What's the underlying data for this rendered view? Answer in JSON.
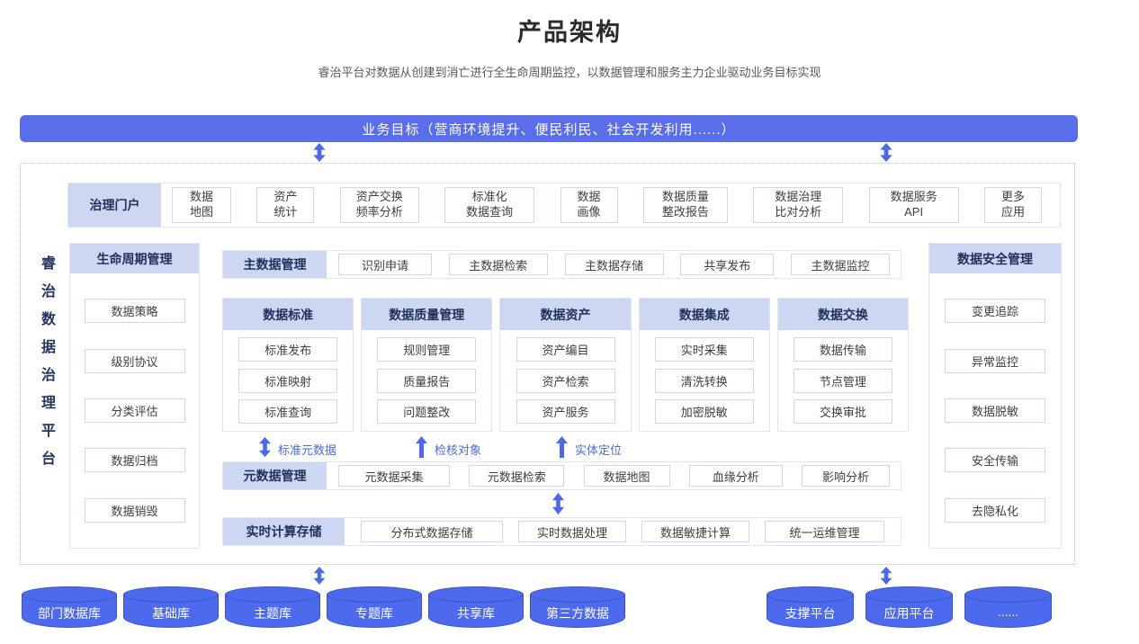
{
  "page": {
    "title": "产品架构",
    "subtitle": "睿治平台对数据从创建到消亡进行全生命周期监控，以数据管理和服务主力企业驱动业务目标实现"
  },
  "banner": {
    "label": "业务目标（营商环境提升、便民利民、社会开发利用......）"
  },
  "platform": {
    "label": "睿治数据治理平台"
  },
  "portal": {
    "header": "治理门户",
    "items": [
      "数据\n地图",
      "资产\n统计",
      "资产交换\n频率分析",
      "标准化\n数据查询",
      "数据\n画像",
      "数据质量\n整改报告",
      "数据治理\n比对分析",
      "数据服务\nAPI",
      "更多\n应用"
    ]
  },
  "lifecycle": {
    "header": "生命周期管理",
    "items": [
      "数据策略",
      "级别协议",
      "分类评估",
      "数据归档",
      "数据销毁"
    ]
  },
  "master_data": {
    "header": "主数据管理",
    "items": [
      "识别申请",
      "主数据检索",
      "主数据存储",
      "共享发布",
      "主数据监控"
    ]
  },
  "pillars": [
    {
      "header": "数据标准",
      "items": [
        "标准发布",
        "标准映射",
        "标准查询"
      ]
    },
    {
      "header": "数据质量管理",
      "items": [
        "规则管理",
        "质量报告",
        "问题整改"
      ]
    },
    {
      "header": "数据资产",
      "items": [
        "资产编目",
        "资产检索",
        "资产服务"
      ]
    },
    {
      "header": "数据集成",
      "items": [
        "实时采集",
        "清洗转换",
        "加密脱敏"
      ]
    },
    {
      "header": "数据交换",
      "items": [
        "数据传输",
        "节点管理",
        "交换审批"
      ]
    }
  ],
  "flows": [
    {
      "icon": "double-arrow",
      "label": "标准元数据"
    },
    {
      "icon": "up-arrow",
      "label": "检核对象"
    },
    {
      "icon": "up-arrow",
      "label": "实体定位"
    }
  ],
  "metadata": {
    "header": "元数据管理",
    "items": [
      "元数据采集",
      "元数据检索",
      "数据地图",
      "血缘分析",
      "影响分析"
    ]
  },
  "realtime": {
    "header": "实时计算存储",
    "items": [
      "分布式数据存储",
      "实时数据处理",
      "数据敏捷计算",
      "统一运维管理"
    ]
  },
  "security": {
    "header": "数据安全管理",
    "items": [
      "变更追踪",
      "异常监控",
      "数据脱敏",
      "安全传输",
      "去隐私化"
    ]
  },
  "databases": {
    "left": [
      "部门数据库",
      "基础库",
      "主题库",
      "专题库",
      "共享库",
      "第三方数据"
    ],
    "right": [
      "支撑平台",
      "应用平台",
      "......"
    ]
  },
  "colors": {
    "banner_bg": "#5b6ee9",
    "header_bg": "#cdd7f1",
    "header_text": "#22305c",
    "item_border": "#ccd7f0",
    "arrow": "#4c6ae8",
    "flow_label": "#4a6ae0",
    "cylinder_fill": "#4d6aef",
    "cylinder_stroke": "#3b53c6"
  }
}
